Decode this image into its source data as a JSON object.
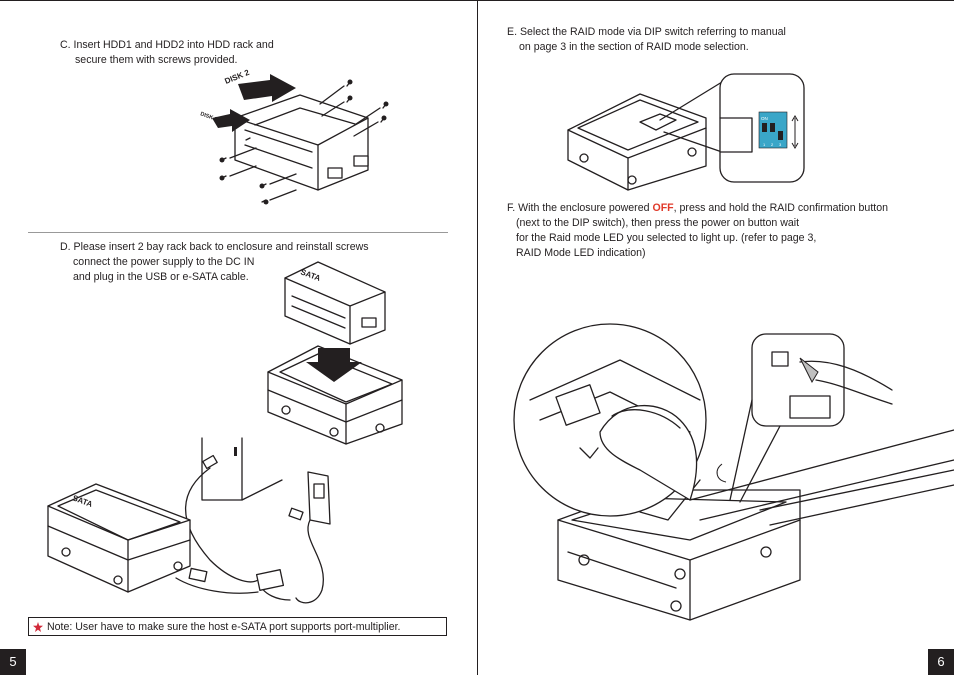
{
  "left_page": {
    "step_c": {
      "line1": "C. Insert HDD1 and HDD2 into HDD rack and",
      "line2": "secure them with screws provided."
    },
    "disk_labels": {
      "disk2": "DISK 2",
      "disk1": "DISK 1"
    },
    "step_d": {
      "line1": "D. Please insert 2 bay rack back to enclosure and reinstall screws",
      "line2": "connect the power supply to the DC IN",
      "line3": "and plug in the USB or e-SATA cable."
    },
    "rack_label": "SATA",
    "note": "Note: User have to make sure the host e-SATA port supports port-multiplier.",
    "page_number": "5"
  },
  "right_page": {
    "step_e": {
      "line1": "E. Select the RAID mode via DIP switch referring to manual",
      "line2": "on page 3 in the section of RAID mode selection."
    },
    "dip_switch": {
      "on_label": "ON",
      "pins": [
        "1",
        "2",
        "3"
      ],
      "color": "#3aa6c8"
    },
    "step_f": {
      "line1_before": "F. With the enclosure powered ",
      "line1_highlight": "OFF",
      "line1_after": ", press and hold the RAID confirmation button",
      "line2": "(next to the DIP switch), then press the power on button wait",
      "line3": "for the Raid mode LED you selected to light up.  (refer to page 3,",
      "line4": "RAID Mode LED indication)"
    },
    "page_number": "6"
  },
  "colors": {
    "highlight": "#e03a2a",
    "ink": "#231f20",
    "dip_blue": "#3aa6c8"
  }
}
